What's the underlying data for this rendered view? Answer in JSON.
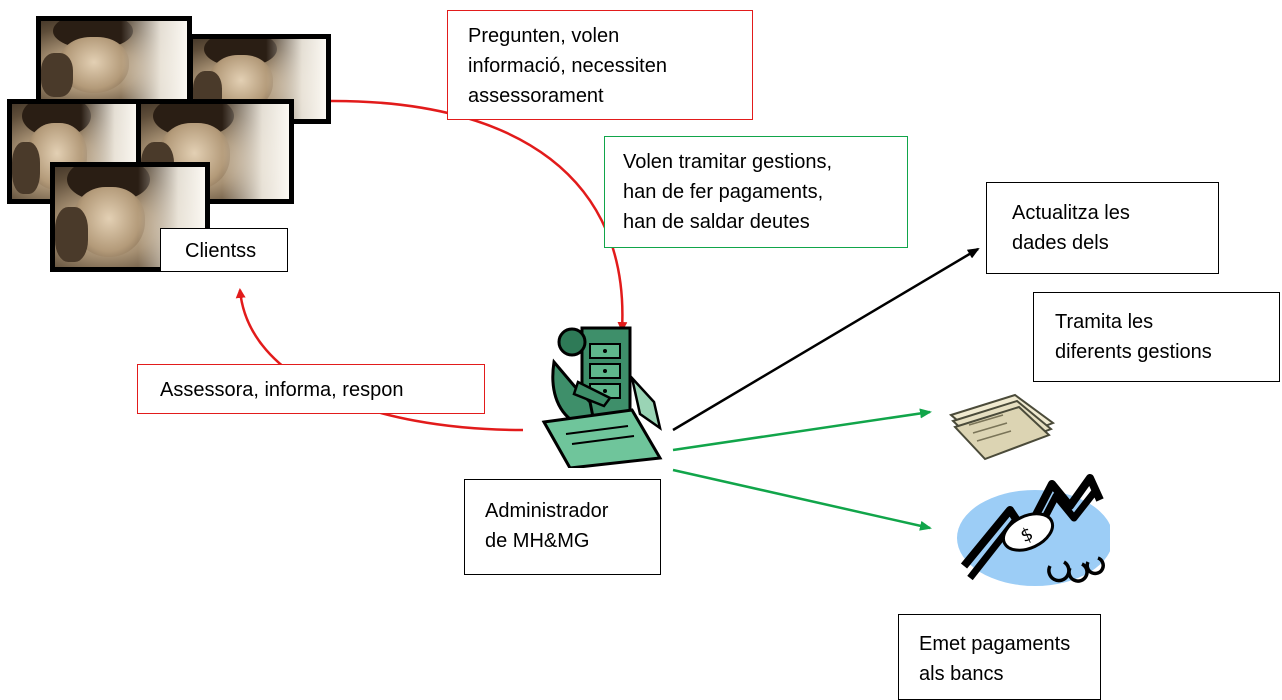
{
  "boxes": {
    "questions": "Pregunten, volen\ninformació, necessiten\nassessorament",
    "procedures": "Volen tramitar gestions,\nhan de fer pagaments,\nhan de saldar deutes",
    "clients": "Clientss",
    "advises": "Assessora, informa, respon",
    "administrator": "Administrador\nde MH&MG",
    "updates": "Actualitza les\ndades dels",
    "processes": "Tramita les\ndiferents gestions",
    "payments": "Emet pagaments\nals bancs"
  },
  "icons": {
    "client_photos": "client-photo-icon",
    "administrator": "office-worker-icon",
    "folders": "file-folders-icon",
    "money": "money-payment-icon"
  },
  "colors": {
    "red_flow": "#e21b1b",
    "green_flow": "#11a54a",
    "black_flow": "#000000"
  }
}
